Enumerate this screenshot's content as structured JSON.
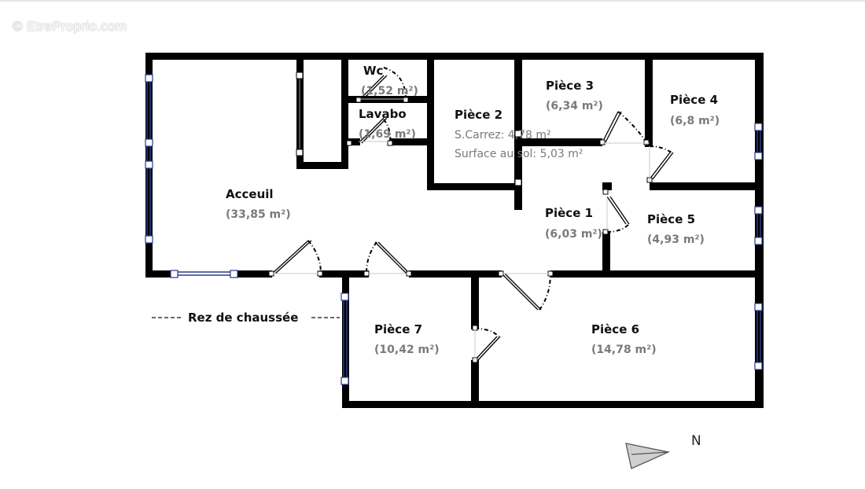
{
  "watermark": "© EtreProprio.com",
  "floor_label": "Rez de chaussée",
  "north_label": "N",
  "rooms": {
    "wc": {
      "name": "Wc",
      "area": "(1,52 m²)"
    },
    "lavabo": {
      "name": "Lavabo",
      "area": "(1,69 m²)"
    },
    "piece2": {
      "name": "Pièce 2",
      "carrez": "S.Carrez: 4,78 m²",
      "sol": "Surface au sol: 5,03 m²"
    },
    "piece3": {
      "name": "Pièce 3",
      "area": "(6,34 m²)"
    },
    "piece4": {
      "name": "Pièce 4",
      "area": "(6,8 m²)"
    },
    "accueil": {
      "name": "Acceuil",
      "area": "(33,85 m²)"
    },
    "piece1": {
      "name": "Pièce 1",
      "area": "(6,03 m²)"
    },
    "piece5": {
      "name": "Pièce 5",
      "area": "(4,93 m²)"
    },
    "piece7": {
      "name": "Pièce 7",
      "area": "(10,42 m²)"
    },
    "piece6": {
      "name": "Pièce 6",
      "area": "(14,78 m²)"
    }
  },
  "colors": {
    "wall": "#000000",
    "window": "#2a3a8c",
    "text": "#111111",
    "area_text": "#7a7a7a"
  },
  "icons": [
    "north-arrow-icon"
  ]
}
